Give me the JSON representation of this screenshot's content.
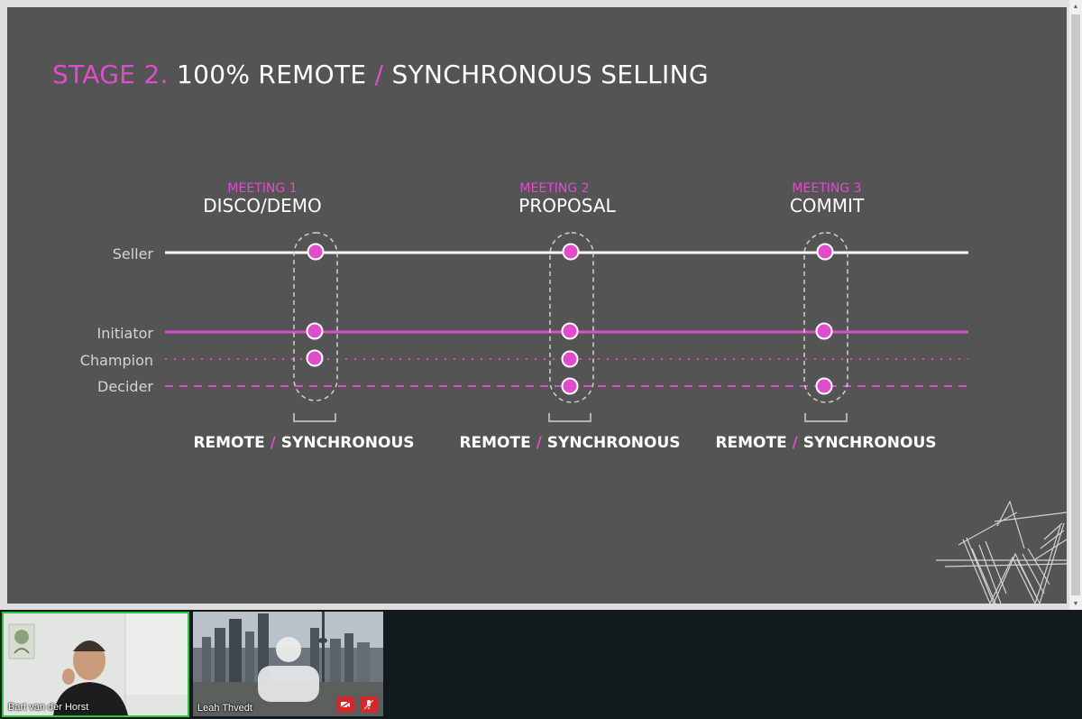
{
  "slide": {
    "title_stage": "STAGE 2.",
    "title_part1": "100% REMOTE",
    "title_slash": "/",
    "title_part2": "SYNCHRONOUS SELLING",
    "meetings": [
      {
        "number": "MEETING 1",
        "name": "DISCO/DEMO"
      },
      {
        "number": "MEETING 2",
        "name": "PROPOSAL"
      },
      {
        "number": "MEETING 3",
        "name": "COMMIT"
      }
    ],
    "roles": [
      "Seller",
      "Initiator",
      "Champion",
      "Decider"
    ],
    "mode_left": "REMOTE",
    "mode_slash": "/",
    "mode_right": "SYNCHRONOUS",
    "accent_color": "#e04ccc",
    "line_color": "#ffffff"
  },
  "participants": [
    {
      "name": "Bart van der Horst",
      "active_speaker": true
    },
    {
      "name": "Leah Thvedt",
      "muted": true
    }
  ],
  "icons": {
    "video_off": "camera-off-icon",
    "mic_off": "mic-off-icon"
  }
}
